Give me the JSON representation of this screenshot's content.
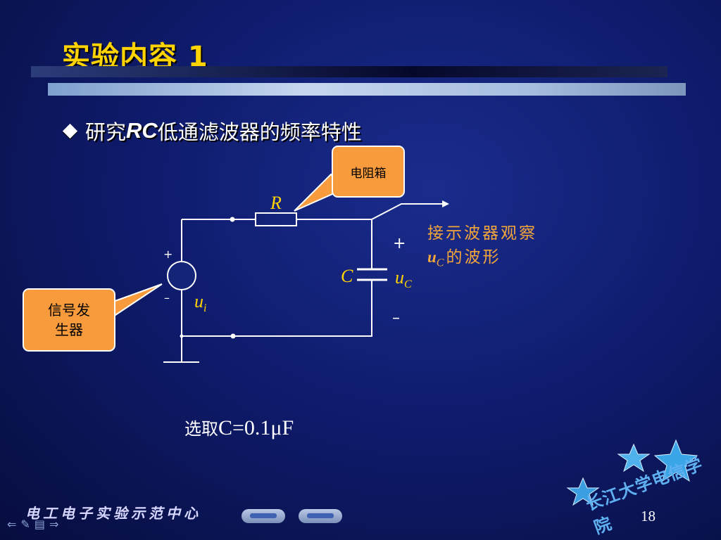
{
  "title": "实验内容 1",
  "bullet": {
    "pre": "研究",
    "rc": "RC",
    "post": "低通滤波器的频率特性"
  },
  "callouts": {
    "resistor_box": "电阻箱",
    "generator_box_line1": "信号发",
    "generator_box_line2": "生器"
  },
  "circuit": {
    "R": "R",
    "C": "C",
    "ui_main": "u",
    "ui_sub": "i",
    "uc_main": "u",
    "uc_sub": "C",
    "plus": "+",
    "minus": "–"
  },
  "note": {
    "line1": "接示波器观察",
    "u": "u",
    "sub": "C",
    "line2_rest": "的波形"
  },
  "select": {
    "prefix": "选取",
    "formula": "C=0.1μF"
  },
  "footer": {
    "center": "电工电子实验示范中心",
    "page": "18",
    "college": "长江大学电信学院"
  },
  "colors": {
    "title": "#ffd400",
    "orange": "#f5a63a",
    "callout": "#f89b3c"
  }
}
